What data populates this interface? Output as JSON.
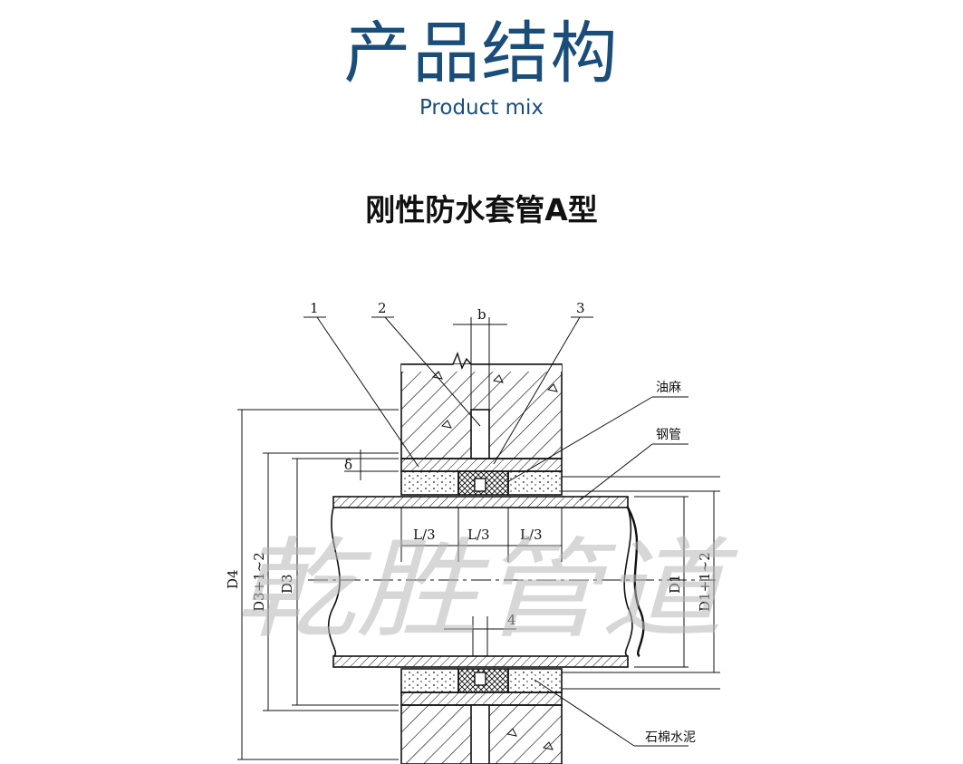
{
  "header": {
    "title": "产品结构",
    "subtitle": "Product mix"
  },
  "section": {
    "title": "刚性防水套管A型"
  },
  "diagram": {
    "part_numbers": [
      "1",
      "2",
      "3"
    ],
    "dim_b": "b",
    "dim_delta": "δ",
    "dim_L3": [
      "L/3",
      "L/3",
      "L/3"
    ],
    "dim_4": "4",
    "dim_D4": "D4",
    "dim_D3_12": "D3+1~2",
    "dim_D3": "D3",
    "dim_D1": "D1",
    "dim_D1_12": "D1+1~2",
    "label_oil_hemp": "油麻",
    "label_steel_pipe": "钢管",
    "label_asbestos_cement": "石棉水泥",
    "watermark": "乾胜管道"
  },
  "colors": {
    "title_blue": "#1a4d7a",
    "line": "#111111"
  }
}
